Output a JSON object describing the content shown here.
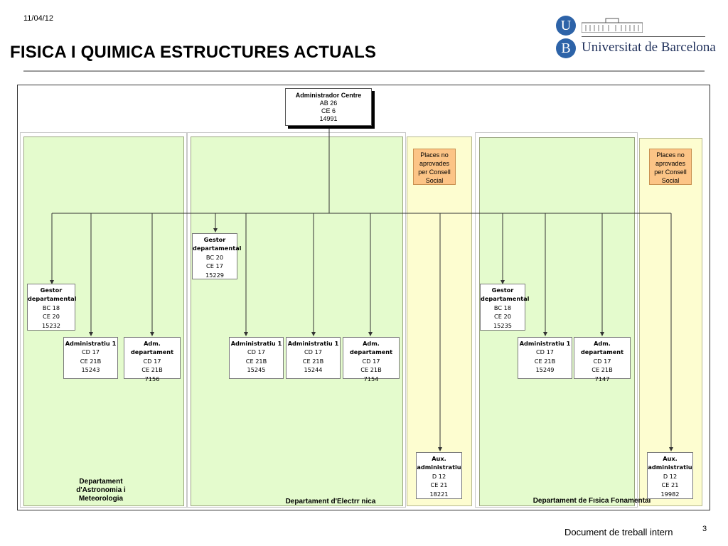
{
  "header": {
    "date": "11/04/12",
    "title": "FISICA I QUIMICA ESTRUCTURES ACTUALS",
    "logo": {
      "seal_top": "U",
      "seal_bottom": "B",
      "name": "Universitat de Barcelona"
    }
  },
  "colors": {
    "dept_fill": "#e4fbcd",
    "pending_fill": "#fdfdd0",
    "note_fill": "#fcc486",
    "seal": "#2d63a8"
  },
  "top": {
    "title": "Administrador Centre",
    "lines": [
      "AB 26",
      "CE 6",
      "14991"
    ]
  },
  "departments": [
    {
      "name": "Departament d'Astronomia i Meteorologia"
    },
    {
      "name": "Departament d'Electrr nica"
    },
    {
      "name": "Departament de Fısica Fonamental"
    }
  ],
  "notes": [
    {
      "lines": [
        "Places no",
        "aprovades",
        "per Consell",
        "Social"
      ]
    },
    {
      "lines": [
        "Places no",
        "aprovades",
        "per Consell",
        "Social"
      ]
    }
  ],
  "positions": [
    {
      "title": "Gestor departamental",
      "lines": [
        "BC 18",
        "CE 20",
        "15232"
      ]
    },
    {
      "title": "Administratiu 1",
      "lines": [
        "CD 17",
        "CE 21B",
        "15243"
      ]
    },
    {
      "title": "Adm. departament",
      "lines": [
        "CD 17",
        "CE 21B",
        "7156"
      ]
    },
    {
      "title": "Gestor departamental",
      "lines": [
        "BC 20",
        "CE 17",
        "15229"
      ]
    },
    {
      "title": "Administratiu 1",
      "lines": [
        "CD 17",
        "CE 21B",
        "15245"
      ]
    },
    {
      "title": "Administratiu 1",
      "lines": [
        "CD 17",
        "CE 21B",
        "15244"
      ]
    },
    {
      "title": "Adm. departament",
      "lines": [
        "CD 17",
        "CE 21B",
        "7154"
      ]
    },
    {
      "title": "Aux. administratiu",
      "lines": [
        "D 12",
        "CE 21",
        "18221"
      ]
    },
    {
      "title": "Gestor departamental",
      "lines": [
        "BC 18",
        "CE 20",
        "15235"
      ]
    },
    {
      "title": "Administratiu 1",
      "lines": [
        "CD 17",
        "CE 21B",
        "15249"
      ]
    },
    {
      "title": "Adm. departament",
      "lines": [
        "CD 17",
        "CE 21B",
        "7147"
      ]
    },
    {
      "title": "Aux. administratiu",
      "lines": [
        "D 12",
        "CE 21",
        "19982"
      ]
    }
  ],
  "footer": {
    "text": "Document de treball intern",
    "page": "3"
  }
}
